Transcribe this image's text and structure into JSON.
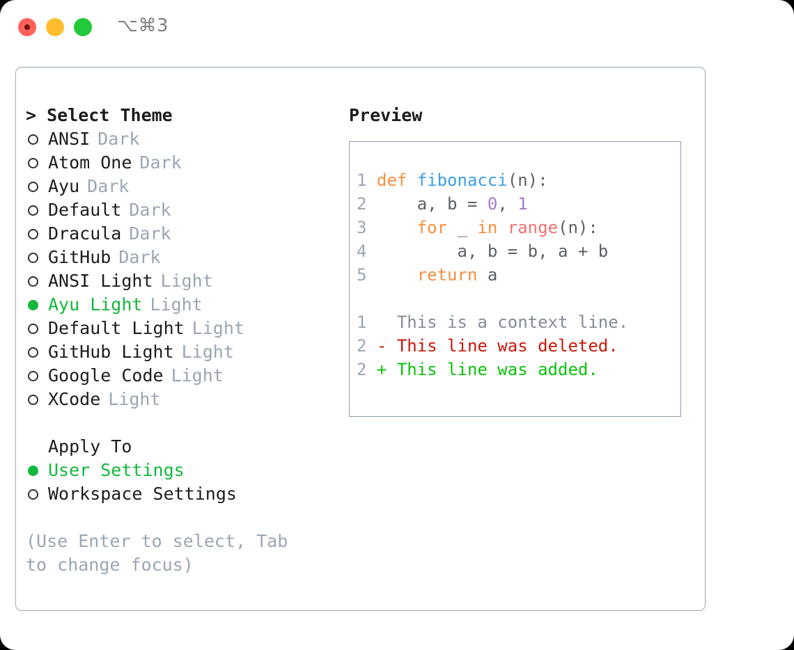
{
  "titlebar": {
    "shortcut": "⌥⌘3",
    "close_label": "close",
    "minimize_label": "minimize",
    "maximize_label": "maximize"
  },
  "theme_panel": {
    "heading": "> Select Theme",
    "items": [
      {
        "marker": "off",
        "label": "ANSI",
        "tag": "Dark",
        "selected": false
      },
      {
        "marker": "off",
        "label": "Atom One",
        "tag": "Dark",
        "selected": false
      },
      {
        "marker": "off",
        "label": "Ayu",
        "tag": "Dark",
        "selected": false
      },
      {
        "marker": "off",
        "label": "Default",
        "tag": "Dark",
        "selected": false
      },
      {
        "marker": "off",
        "label": "Dracula",
        "tag": "Dark",
        "selected": false
      },
      {
        "marker": "off",
        "label": "GitHub",
        "tag": "Dark",
        "selected": false
      },
      {
        "marker": "off",
        "label": "ANSI Light",
        "tag": "Light",
        "selected": false
      },
      {
        "marker": "on",
        "label": "Ayu Light",
        "tag": "Light",
        "selected": true
      },
      {
        "marker": "off",
        "label": "Default Light",
        "tag": "Light",
        "selected": false
      },
      {
        "marker": "off",
        "label": "GitHub Light",
        "tag": "Light",
        "selected": false
      },
      {
        "marker": "off",
        "label": "Google Code",
        "tag": "Light",
        "selected": false
      },
      {
        "marker": "off",
        "label": "XCode",
        "tag": "Light",
        "selected": false
      }
    ]
  },
  "apply_to": {
    "heading": "Apply To",
    "items": [
      {
        "marker": "on",
        "label": "User Settings",
        "selected": true
      },
      {
        "marker": "off",
        "label": "Workspace Settings",
        "selected": false
      }
    ]
  },
  "hint": "(Use Enter to select, Tab to change focus)",
  "preview": {
    "title": "Preview",
    "code_lines": [
      {
        "num": "1",
        "tokens": [
          {
            "text": "def ",
            "cls": "t-kw"
          },
          {
            "text": "fibonacci",
            "cls": "t-fn"
          },
          {
            "text": "(n):",
            "cls": "t-txt"
          }
        ]
      },
      {
        "num": "2",
        "tokens": [
          {
            "text": "    a, b = ",
            "cls": "t-txt"
          },
          {
            "text": "0",
            "cls": "t-num"
          },
          {
            "text": ", ",
            "cls": "t-txt"
          },
          {
            "text": "1",
            "cls": "t-num"
          }
        ]
      },
      {
        "num": "3",
        "tokens": [
          {
            "text": "    ",
            "cls": "t-txt"
          },
          {
            "text": "for",
            "cls": "t-kw"
          },
          {
            "text": " _ ",
            "cls": "t-txt"
          },
          {
            "text": "in",
            "cls": "t-kw"
          },
          {
            "text": " ",
            "cls": "t-txt"
          },
          {
            "text": "range",
            "cls": "t-call"
          },
          {
            "text": "(n):",
            "cls": "t-txt"
          }
        ]
      },
      {
        "num": "4",
        "tokens": [
          {
            "text": "        a, b = b, a + b",
            "cls": "t-txt"
          }
        ]
      },
      {
        "num": "5",
        "tokens": [
          {
            "text": "    ",
            "cls": "t-txt"
          },
          {
            "text": "return",
            "cls": "t-kw"
          },
          {
            "text": " a",
            "cls": "t-txt"
          }
        ]
      }
    ],
    "diff_lines": [
      {
        "num": "1",
        "marker": "  ",
        "text": "This is a context line.",
        "cls": "d-ctx"
      },
      {
        "num": "2",
        "marker": "- ",
        "text": "This line was deleted.",
        "cls": "d-del"
      },
      {
        "num": "2",
        "marker": "+ ",
        "text": "This line was added.",
        "cls": "d-add"
      }
    ]
  },
  "colors": {
    "accent_green": "#12b83c",
    "keyword_orange": "#fa8d3e",
    "function_blue": "#399ee6",
    "number_purple": "#a37acc",
    "call_red": "#f07171",
    "diff_delete": "#c7190b",
    "diff_add": "#0ac20a",
    "muted_gray": "#9aa5b5",
    "border_gray": "#9aa7b8"
  }
}
